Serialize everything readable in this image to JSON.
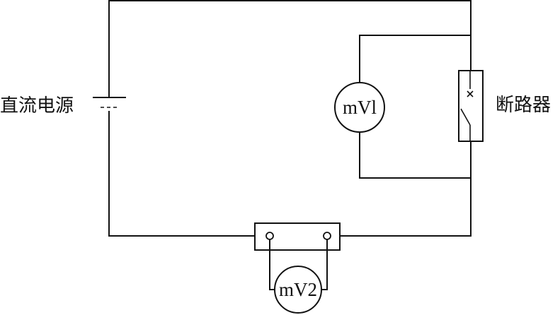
{
  "labels": {
    "dc_source": "直流电源",
    "breaker": "断路器"
  },
  "meters": {
    "mv1": "mVl",
    "mv2": "mV2"
  },
  "colors": {
    "line": "#111111",
    "background": "#ffffff"
  }
}
